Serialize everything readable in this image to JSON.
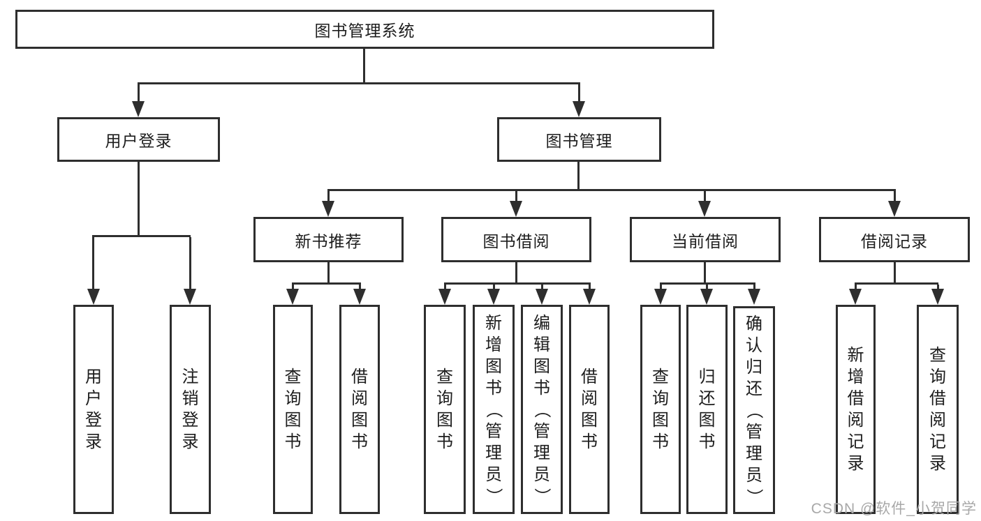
{
  "tree": {
    "root": "图书管理系统",
    "user_login": {
      "label": "用户登录",
      "children": [
        "用户登录",
        "注销登录"
      ]
    },
    "book_management": {
      "label": "图书管理",
      "sections": [
        {
          "label": "新书推荐",
          "children": [
            "查询图书",
            "借阅图书"
          ]
        },
        {
          "label": "图书借阅",
          "children": [
            "查询图书",
            "新增图书（管理员）",
            "编辑图书（管理员）",
            "借阅图书"
          ]
        },
        {
          "label": "当前借阅",
          "children": [
            "查询图书",
            "归还图书",
            "确认归还（管理员）"
          ]
        },
        {
          "label": "借阅记录",
          "children": [
            "新增借阅记录",
            "查询借阅记录"
          ]
        }
      ]
    }
  },
  "colors": {
    "line": "#2e2e2e",
    "text": "#1d1d1d",
    "watermark": "#a8a8a8"
  },
  "watermark": "CSDN @软件_小贺同学"
}
